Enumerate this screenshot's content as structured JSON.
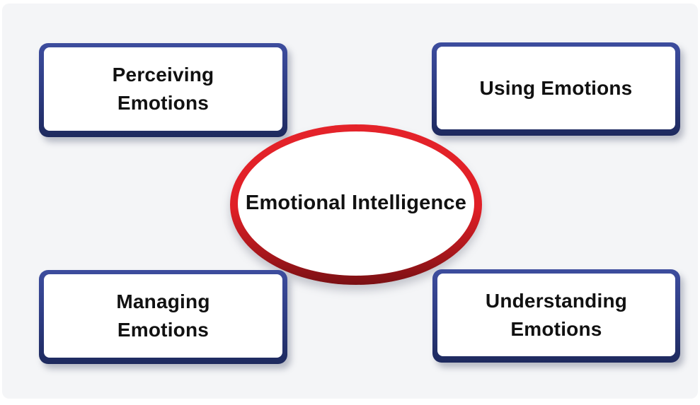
{
  "diagram": {
    "center": {
      "label": "Emotional Intelligence"
    },
    "nodes": [
      {
        "label": "Perceiving Emotions",
        "line1": "Perceiving",
        "line2": "Emotions",
        "position": "top-left"
      },
      {
        "label": "Using Emotions",
        "line1": "Using Emotions",
        "line2": "",
        "position": "top-right"
      },
      {
        "label": "Managing Emotions",
        "line1": "Managing",
        "line2": "Emotions",
        "position": "bottom-left"
      },
      {
        "label": "Understanding Emotions",
        "line1": "Understanding",
        "line2": "Emotions",
        "position": "bottom-right"
      }
    ],
    "colors": {
      "background": "#f4f5f7",
      "box_fill": "#ffffff",
      "box_border_top": "#3d4d9e",
      "box_border_bottom": "#1e2a5e",
      "ellipse_border_top": "#e4232a",
      "ellipse_border_bottom": "#7a1014",
      "text": "#111111"
    }
  }
}
